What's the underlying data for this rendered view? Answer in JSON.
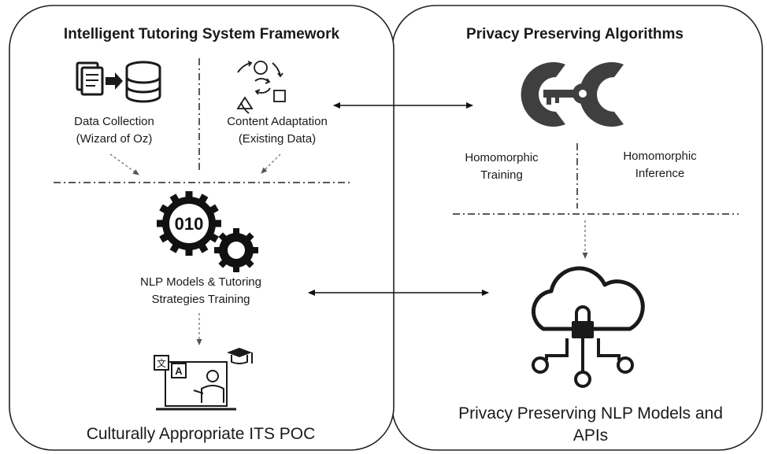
{
  "left_panel": {
    "title": "Intelligent Tutoring System Framework",
    "data_collection": {
      "line1": "Data Collection",
      "line2": "(Wizard of Oz)"
    },
    "content_adaptation": {
      "line1": "Content Adaptation",
      "line2": "(Existing Data)"
    },
    "nlp_training": {
      "line1": "NLP Models & Tutoring",
      "line2": "Strategies Training"
    },
    "poc_label": "Culturally Appropriate ITS POC"
  },
  "right_panel": {
    "title": "Privacy Preserving Algorithms",
    "homomorphic_training": {
      "line1": "Homomorphic",
      "line2": "Training"
    },
    "homomorphic_inference": {
      "line1": "Homomorphic",
      "line2": "Inference"
    },
    "output": {
      "line1": "Privacy Preserving NLP Models and",
      "line2": "APIs"
    }
  },
  "icons": [
    "documents-to-database-icon",
    "adaptation-cycle-icon",
    "encryption-key-logo-icon",
    "binary-gear-icon",
    "translation-teaching-icon",
    "secure-cloud-network-icon"
  ]
}
